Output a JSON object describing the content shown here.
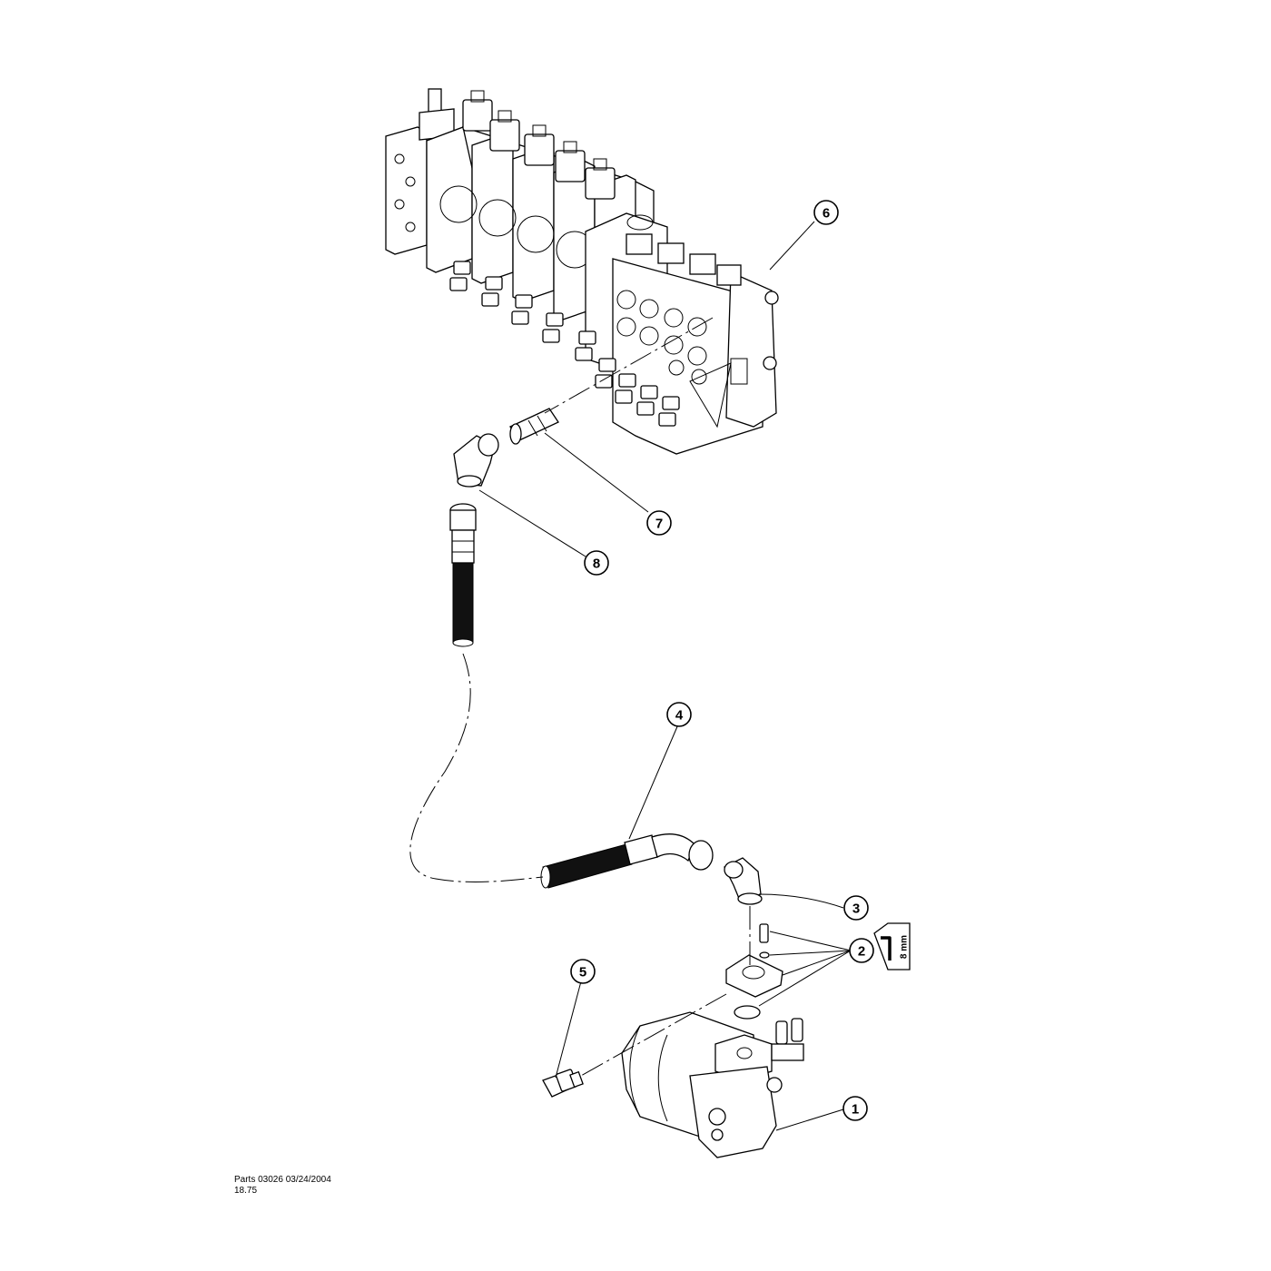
{
  "callouts": {
    "c1": "1",
    "c2": "2",
    "c3": "3",
    "c4": "4",
    "c5": "5",
    "c6": "6",
    "c7": "7",
    "c8": "8"
  },
  "tool_tag": {
    "label": "8 mm",
    "icon": "hex-key-icon"
  },
  "footer": {
    "line1": "Parts 03026 03/24/2004",
    "line2": "18.75"
  }
}
